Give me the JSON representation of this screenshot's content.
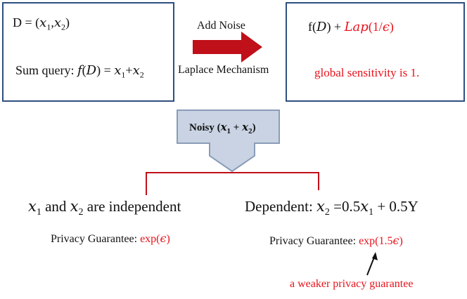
{
  "left_box": {
    "dataset_prefix": "D = (",
    "x1": "x",
    "x1_sub": "1",
    "comma": ",",
    "x2": "x",
    "x2_sub": "2",
    "dataset_suffix": ")",
    "sum_label": "Sum query: ",
    "f": "f",
    "fd_open": "(",
    "D": "D",
    "fd_close": ") = ",
    "sx1": "x",
    "sx1_sub": "1",
    "plus": "+",
    "sx2": "x",
    "sx2_sub": "2"
  },
  "arrow": {
    "top_label": "Add Noise",
    "bottom_label": "Laplace Mechanism"
  },
  "right_box": {
    "f_prefix": "f(",
    "D": "D",
    "f_suffix": ") + ",
    "lap": "Lap",
    "lap_arg": "(1/",
    "eps": "ϵ",
    "lap_close": ")",
    "note": "global sensitivity is 1."
  },
  "noisy": {
    "label": "Noisy ",
    "expr_open": "(",
    "x1": "x",
    "x1_sub": "1",
    "plus": " + ",
    "x2": "x",
    "x2_sub": "2",
    "expr_close": ")"
  },
  "independent": {
    "x1": "x",
    "x1_sub": "1",
    "and": " and ",
    "x2": "x",
    "x2_sub": "2",
    "rest": " are independent",
    "guarantee_label": "Privacy Guarantee:  ",
    "guarantee_value_prefix": "exp(",
    "eps": "ϵ",
    "guarantee_value_suffix": ")"
  },
  "dependent": {
    "label": "Dependent: ",
    "x2": "x",
    "x2_sub": "2",
    "eq": " =0.5",
    "x1": "x",
    "x1_sub": "1",
    "rest": " + 0.5Y",
    "guarantee_label": "Privacy Guarantee:  ",
    "guarantee_value_prefix": "exp(1.5",
    "eps": "ϵ",
    "guarantee_value_suffix": ")",
    "note": "a weaker privacy guarantee"
  },
  "colors": {
    "box_border": "#2f4f80",
    "arrow_red": "#c0101a",
    "annotation_red": "#e8121b",
    "noisy_fill": "#c9d3e3",
    "noisy_border": "#8a9cb8"
  }
}
